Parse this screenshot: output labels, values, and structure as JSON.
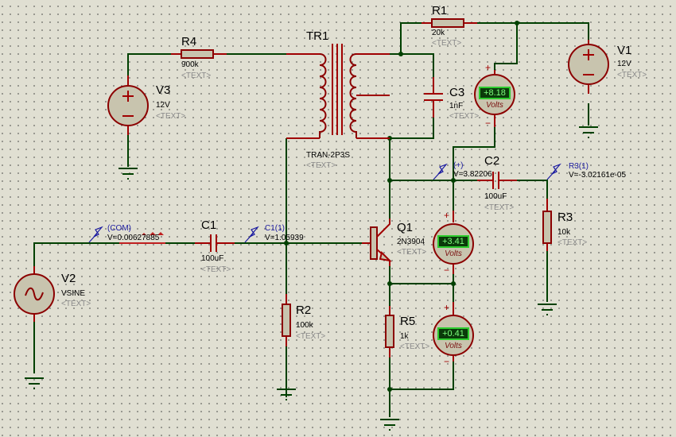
{
  "schematic": {
    "components": {
      "R4": {
        "ref": "R4",
        "value": "900k",
        "text": "<TEXT>"
      },
      "V3": {
        "ref": "V3",
        "value": "12V",
        "text": "<TEXT>"
      },
      "TR1": {
        "ref": "TR1",
        "value": "TRAN-2P3S",
        "text": "<TEXT>"
      },
      "R1": {
        "ref": "R1",
        "value": "20k",
        "text": "<TEXT>"
      },
      "C3": {
        "ref": "C3",
        "value": "1nF",
        "text": "<TEXT>"
      },
      "V1": {
        "ref": "V1",
        "value": "12V",
        "text": "<TEXT>"
      },
      "C1": {
        "ref": "C1",
        "value": "100uF",
        "text": "<TEXT>"
      },
      "C2": {
        "ref": "C2",
        "value": "100uF",
        "text": "<TEXT>"
      },
      "Q1": {
        "ref": "Q1",
        "value": "2N3904",
        "text": "<TEXT>"
      },
      "R3": {
        "ref": "R3",
        "value": "10k",
        "text": "<TEXT>"
      },
      "R2": {
        "ref": "R2",
        "value": "100k",
        "text": "<TEXT>"
      },
      "R5": {
        "ref": "R5",
        "value": "1k",
        "text": "<TEXT>"
      },
      "V2": {
        "ref": "V2",
        "value": "VSINE",
        "text": "<TEXT>"
      }
    },
    "voltmeters": [
      {
        "name": "vm-collector",
        "reading": "+8.18",
        "unit": "Volts",
        "plus": "+",
        "minus": "−"
      },
      {
        "name": "vm-ce",
        "reading": "+3.41",
        "unit": "Volts",
        "plus": "+",
        "minus": "−"
      },
      {
        "name": "vm-emitter",
        "reading": "+0.41",
        "unit": "Volts",
        "plus": "+",
        "minus": "−"
      }
    ],
    "probes": [
      {
        "name": "COM",
        "label": "(COM)",
        "value": "V=0.00627885"
      },
      {
        "name": "C1(1)",
        "label": "C1(1)",
        "value": "V=1.05939"
      },
      {
        "name": "(+)",
        "label": "(+)",
        "value": "V=3.82206"
      },
      {
        "name": "R3(1)",
        "label": "R3(1)",
        "value": "V=-3.02161e-05"
      }
    ],
    "colors": {
      "background": "#e0dfd2",
      "wire": "#004000",
      "component": "#8b0000",
      "probe": "#1a1aa0",
      "meter_display": "#0a3a0a",
      "meter_text": "#7dff7d"
    }
  }
}
